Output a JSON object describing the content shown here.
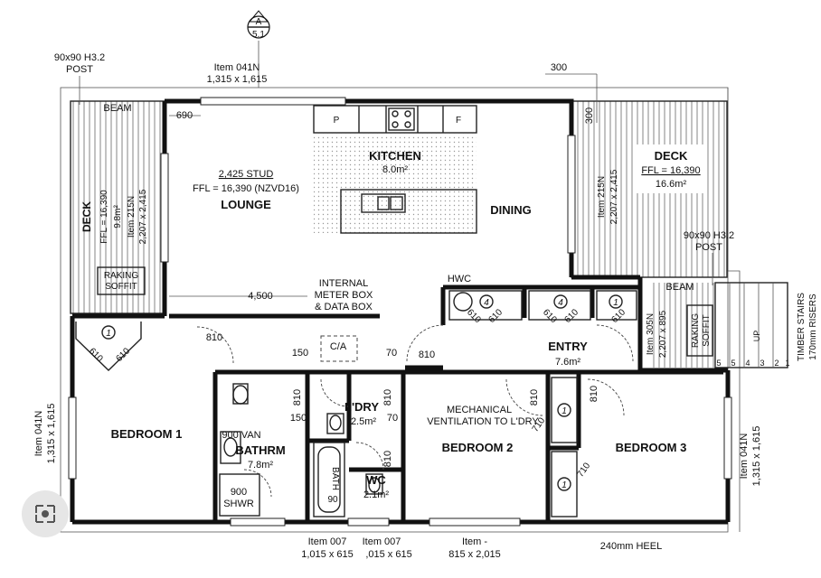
{
  "section_marker": {
    "letter": "A",
    "number": "5.1"
  },
  "rooms": {
    "kitchen": {
      "name": "KITCHEN",
      "area": "8.0m²"
    },
    "lounge": {
      "name": "LOUNGE",
      "stud": "2,425 STUD",
      "ffl": "FFL = 16,390 (NZVD16)"
    },
    "dining": {
      "name": "DINING"
    },
    "deck_left": {
      "name": "DECK",
      "ffl": "FFL = 16,390",
      "area": "9.8m²"
    },
    "deck_right": {
      "name": "DECK",
      "ffl": "FFL = 16,390",
      "area": "16.6m²"
    },
    "entry": {
      "name": "ENTRY",
      "area": "7.6m²"
    },
    "bedroom1": {
      "name": "BEDROOM 1"
    },
    "bedroom2": {
      "name": "BEDROOM 2"
    },
    "bedroom3": {
      "name": "BEDROOM 3"
    },
    "bathroom": {
      "name": "BATHRM",
      "area": "7.8m²"
    },
    "laundry": {
      "name": "L'DRY",
      "area": "2.5m²"
    },
    "wc": {
      "name": "WC",
      "area": "2.1m²"
    }
  },
  "labels": {
    "post_left": [
      "90x90 H3.2",
      "POST"
    ],
    "post_right": [
      "90x90 H3.2",
      "POST"
    ],
    "item_top": [
      "Item 041N",
      "1,315 x 1,615"
    ],
    "beam": "BEAM",
    "raking_soffit": [
      "RAKING",
      "SOFFIT"
    ],
    "item_left_window": [
      "Item 215N",
      "2,207 x 2,415"
    ],
    "item_right_window": [
      "Item 215N",
      "2,207 x 2,415"
    ],
    "item_305n": [
      "Item 305N",
      "2,207 x 895"
    ],
    "item_041n_left": [
      "Item 041N",
      "1,315 x 1,615"
    ],
    "item_041n_right": [
      "Item 041N",
      "1,315 x 1,615"
    ],
    "internal_meter": [
      "INTERNAL",
      "METER BOX",
      "& DATA BOX"
    ],
    "hwc": "HWC",
    "ca": "C/A",
    "vanity": "900 VAN",
    "shower": [
      "900",
      "SHWR"
    ],
    "bath": "BATH",
    "mech_vent": [
      "MECHANICAL",
      "VENTILATION TO L'DRY"
    ],
    "timber_stairs": [
      "TIMBER STAIRS",
      "170mm RISERS"
    ],
    "up": "UP",
    "heel": "240mm HEEL",
    "item_007a": [
      "Item 007",
      "1,015 x 615"
    ],
    "item_007b": [
      "Item 007",
      ",015 x 615"
    ],
    "item_dash": [
      "Item -",
      "815 x 2,015"
    ],
    "fridge": "F",
    "pantry": "P"
  },
  "dims": {
    "d300a": "300",
    "d300b": "300",
    "d690": "690",
    "d4500": "4,500",
    "d150a": "150",
    "d150b": "150",
    "d70a": "70",
    "d70b": "70",
    "d810": "810",
    "d610": "610",
    "d710": "710",
    "d90": "90"
  },
  "stair_numbers": [
    "5",
    "5",
    "4",
    "3",
    "2",
    "1"
  ],
  "wardrobe_marks": [
    "1",
    "4",
    "4",
    "1",
    "1",
    "1"
  ]
}
